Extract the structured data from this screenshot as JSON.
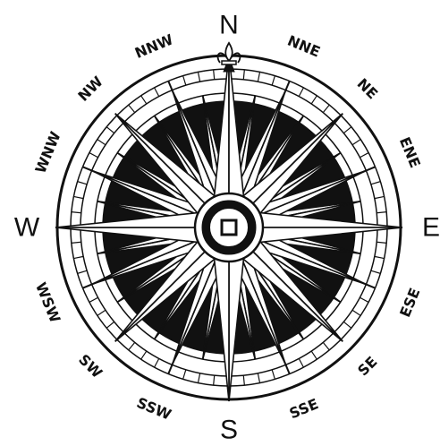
{
  "compass": {
    "points": [
      "N",
      "NNE",
      "NE",
      "ENE",
      "E",
      "ESE",
      "SE",
      "SSE",
      "S",
      "SSW",
      "SW",
      "WSW",
      "W",
      "WNW",
      "NW",
      "NNW"
    ],
    "ink_color": "#111111",
    "paper_color": "#ffffff",
    "north_marker_icon": "fleur-de-lis-icon"
  }
}
